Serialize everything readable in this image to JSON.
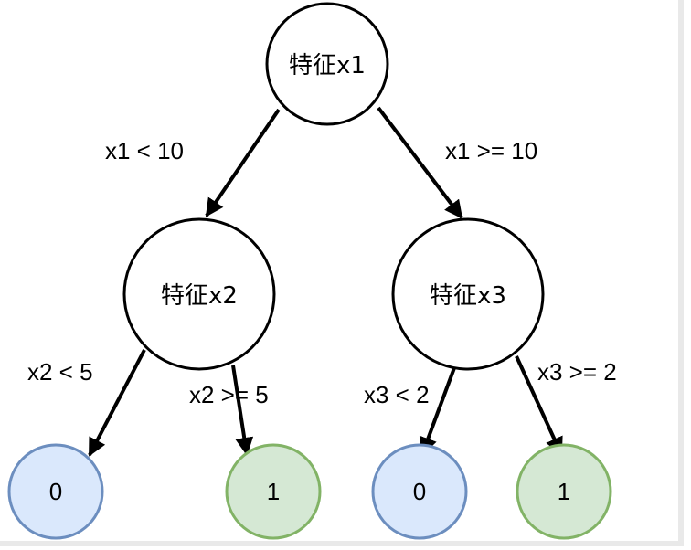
{
  "nodes": {
    "root": {
      "label": "特征x1"
    },
    "left": {
      "label": "特征x2"
    },
    "right": {
      "label": "特征x3"
    },
    "leaf_ll": {
      "label": "0",
      "fill": "#dae8fc",
      "stroke": "#6c8ebf"
    },
    "leaf_lr": {
      "label": "1",
      "fill": "#d5e8d4",
      "stroke": "#82b366"
    },
    "leaf_rl": {
      "label": "0",
      "fill": "#dae8fc",
      "stroke": "#6c8ebf"
    },
    "leaf_rr": {
      "label": "1",
      "fill": "#d5e8d4",
      "stroke": "#82b366"
    }
  },
  "edges": {
    "root_left": "x1 < 10",
    "root_right": "x1 >= 10",
    "left_ll": "x2 < 5",
    "left_lr": "x2 >= 5",
    "right_rl": "x3 < 2",
    "right_rr": "x3 >= 2"
  }
}
